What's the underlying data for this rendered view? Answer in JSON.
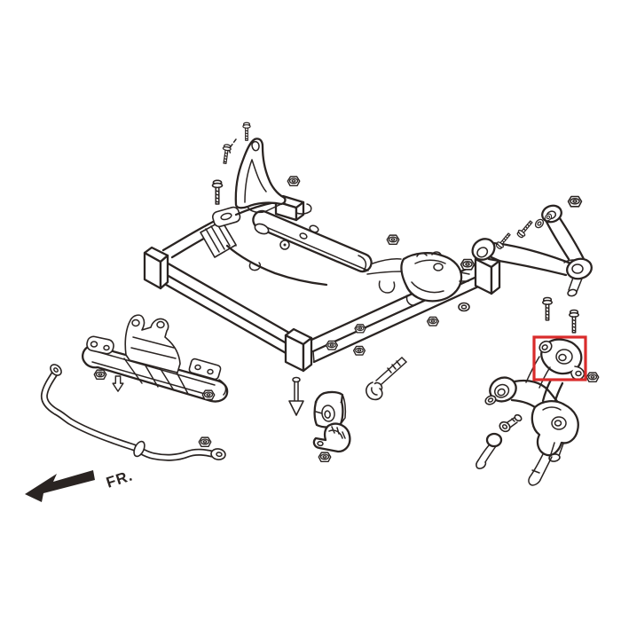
{
  "diagram": {
    "type": "exploded-parts-diagram",
    "subject": "front-suspension-crossmember-and-control-arms",
    "orientation_label": "FR.",
    "line_color": "#2a2422",
    "background_color": "#ffffff",
    "highlight_color": "#d92b2b",
    "highlighted_part": "lower-arm-rear-bushing",
    "parts": [
      "top-stay-bracket",
      "subframe-crossmember",
      "engine-mount-bracket",
      "upper-control-arm",
      "lower-control-arm",
      "lower-arm-rear-bushing",
      "stabilizer-link",
      "sway-bar",
      "front-stay-bracket",
      "stabilizer-bushing",
      "stabilizer-bushing-clamp",
      "mounting-bolts",
      "mounting-nuts",
      "direction-arrow"
    ]
  }
}
